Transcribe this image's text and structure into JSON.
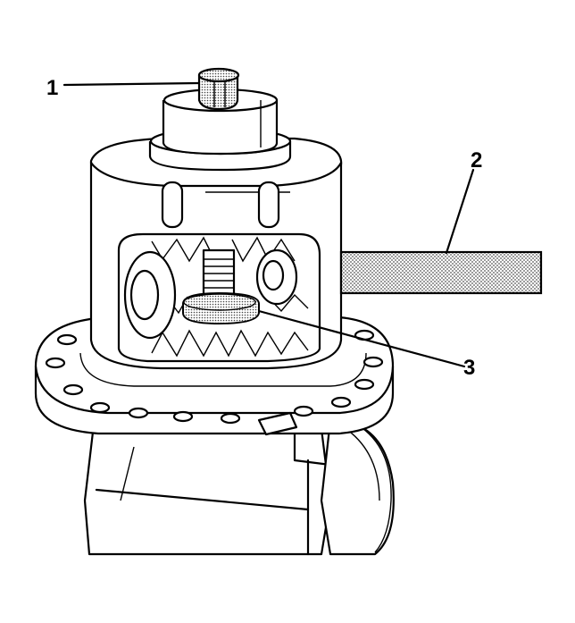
{
  "callouts": [
    {
      "id": "1",
      "label": "1"
    },
    {
      "id": "2",
      "label": "2"
    },
    {
      "id": "3",
      "label": "3"
    }
  ],
  "colors": {
    "ink": "#000000",
    "paper": "#ffffff",
    "stipple": "#b8b8b8"
  }
}
